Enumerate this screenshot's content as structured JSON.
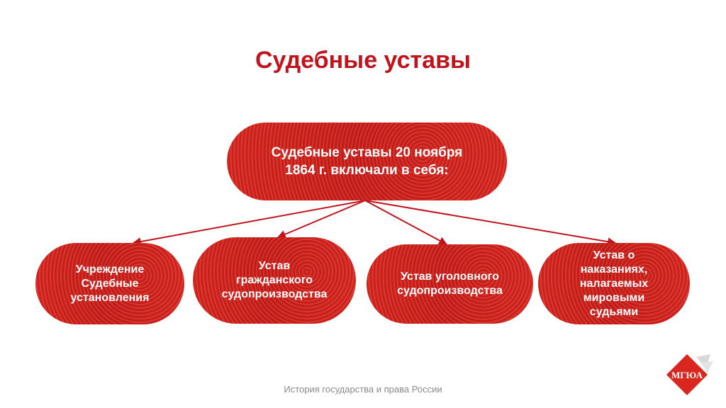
{
  "title": "Судебные уставы",
  "main_box": {
    "line1": "Судебные уставы 20 ноября",
    "line2": "1864 г. включали в себя:"
  },
  "items": [
    {
      "lines": [
        "Учреждение",
        "Судебные",
        "установления"
      ]
    },
    {
      "lines": [
        "Устав",
        "гражданского",
        "судопроизводства"
      ]
    },
    {
      "lines": [
        "Устав уголовного",
        "судопроизводства"
      ]
    },
    {
      "lines": [
        "Устав о",
        "наказаниях,",
        "налагаемых",
        "мировыми",
        "судьями"
      ]
    }
  ],
  "footer": "История государства и права России",
  "logo": {
    "text": "МГЮА"
  },
  "colors": {
    "title": "#c0141c",
    "box": "#d9261f",
    "arrow": "#c0141c",
    "logo": "#d9261f"
  }
}
